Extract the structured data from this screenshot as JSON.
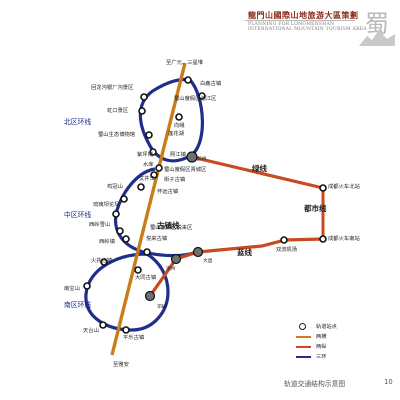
{
  "header": {
    "title": "龍門山國際山地旅游大區策劃",
    "subtitle_lines": [
      "PLANNING FOR LONGMENSHAN",
      "INTERNATIONAL MOUNTAIN TOURISM AREA"
    ],
    "logo_char": "蜀"
  },
  "colors": {
    "ring": "#1f2e8c",
    "green_line": "#c84a1e",
    "orange_line": "#c87d18",
    "metro": "#4f72b8",
    "station_fill": "#ffffff",
    "station_border": "#111111",
    "major_station": "#6f6f6f",
    "text_green": "#2f8a3a",
    "text_orange": "#c8821a",
    "text_blue": "#2b58b0",
    "zone_text": "#1a2a8a"
  },
  "diagram": {
    "top_destination": "至广元、三星堆",
    "bottom_destination": "至雅安",
    "zones": [
      "北区环线",
      "中区环线",
      "南区环线"
    ],
    "line_labels": {
      "green": "绿线",
      "metro": "都市线",
      "orange": "古镇线",
      "blue": "蓝线"
    },
    "badges": {
      "pengzhou": "彭州",
      "chongzhou": "崇州",
      "dayi": "大邑",
      "qionglai": "邛崃"
    },
    "stations": {
      "bailu": "白鹿古镇",
      "jiangyan_area": "蜀山度假区湔江区",
      "huilongou": "回龙沟银厂沟景区",
      "hongkou": "虹口景区",
      "xiangfeng": "向峨",
      "lianhua": "莲花湖",
      "shushan_eco": "蜀山生态博物馆",
      "zijing": "紫坪铺",
      "shuiku": "水库",
      "chengjiang": "熙江镇",
      "shushan_qingcheng": "蜀山度假区青城区",
      "jiezi": "街子古镇",
      "wenjing": "文井江",
      "jiguan": "鸡冠山",
      "huaiyuan": "怀远古镇",
      "qionglai_wind": "琉璃坝论坛",
      "xiling": "西岭雪山",
      "xilai": "西岭镇",
      "shushan_yuelai": "蜀山度假区悦来区",
      "yuelai": "悦来古镇",
      "chengdu_north": "成都火车北站",
      "chengdu_south": "成都火车南站",
      "shuangliu": "双流机场",
      "huojing": "火井古镇",
      "datong": "大同古镇",
      "nanbao": "南宝山",
      "tiantai": "天台山",
      "pingle": "平乐古镇"
    }
  },
  "legend": {
    "items": [
      {
        "label": "轨道站点",
        "kind": "station"
      },
      {
        "label": "两横",
        "kind": "orange"
      },
      {
        "label": "两纵",
        "kind": "red"
      },
      {
        "label": "三环",
        "kind": "blue"
      }
    ]
  },
  "footer": {
    "caption": "轨道交通结构示意图",
    "page_number": "10"
  }
}
